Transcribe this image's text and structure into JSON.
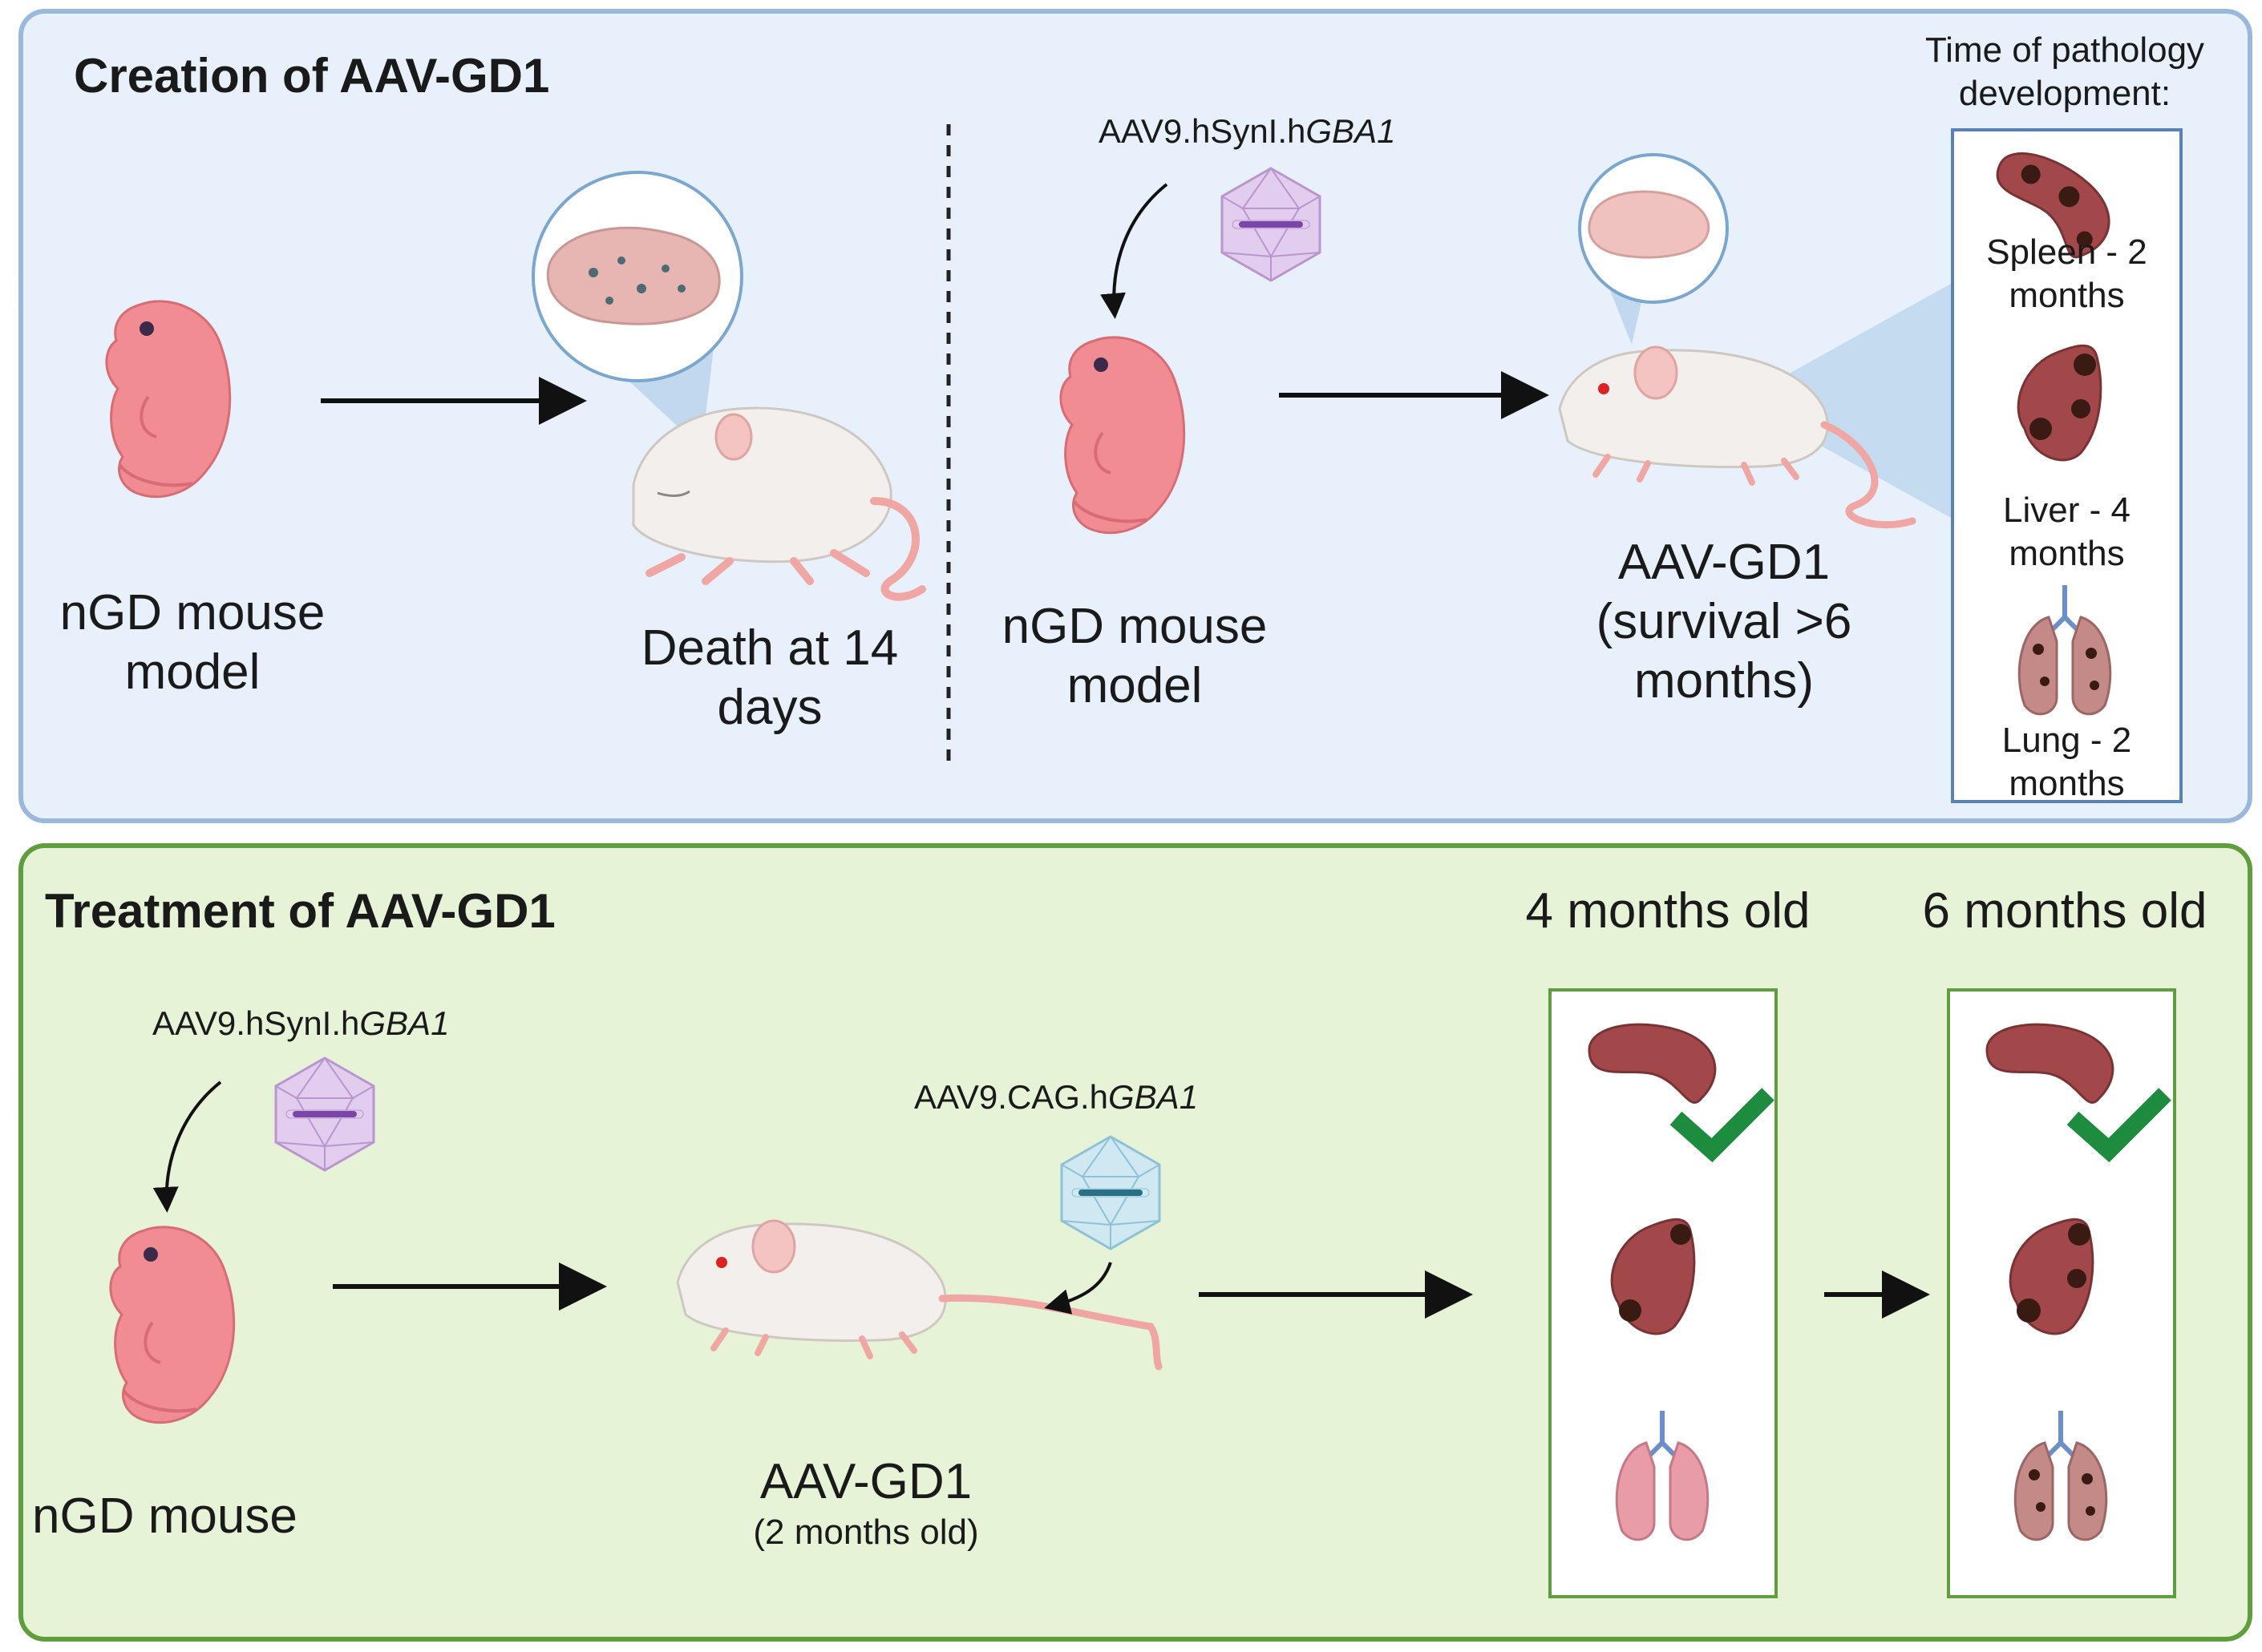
{
  "creation": {
    "title": "Creation of AAV-GD1",
    "left_model_line1": "nGD mouse",
    "left_model_line2": "model",
    "death_line1": "Death at 14",
    "death_line2": "days",
    "vector_prefix": "AAV9.hSynI.h",
    "vector_gene": "GBA1",
    "mid_model_line1": "nGD mouse",
    "mid_model_line2": "model",
    "result_line1": "AAV-GD1",
    "result_line2": "(survival >6",
    "result_line3": "months)",
    "pathology_header_line1": "Time of pathology",
    "pathology_header_line2": "development:",
    "spleen_line1": "Spleen - 2",
    "spleen_line2": "months",
    "liver_line1": "Liver - 4",
    "liver_line2": "months",
    "lung_line1": "Lung - 2",
    "lung_line2": "months"
  },
  "treatment": {
    "title": "Treatment of AAV-GD1",
    "vector1_prefix": "AAV9.hSynI.h",
    "vector1_gene": "GBA1",
    "model_label": "nGD mouse",
    "vector2_prefix": "AAV9.CAG.h",
    "vector2_gene": "GBA1",
    "adult_label": "AAV-GD1",
    "adult_age": "(2 months old)",
    "col1_header": "4 months old",
    "col2_header": "6 months old"
  },
  "colors": {
    "top_panel_bg": "#e8f1fb",
    "top_panel_border": "#9ab8de",
    "bottom_panel_bg": "#e7f3d6",
    "bottom_panel_border": "#5e9e3c",
    "pup": "#f08c92",
    "mouse": "#f2efec",
    "spleen": "#a2484a",
    "lesion": "#3a1b14",
    "check": "#1e8c3e",
    "vector_hsyn": "#e3cdee",
    "vector_cag": "#cfe8f2"
  }
}
